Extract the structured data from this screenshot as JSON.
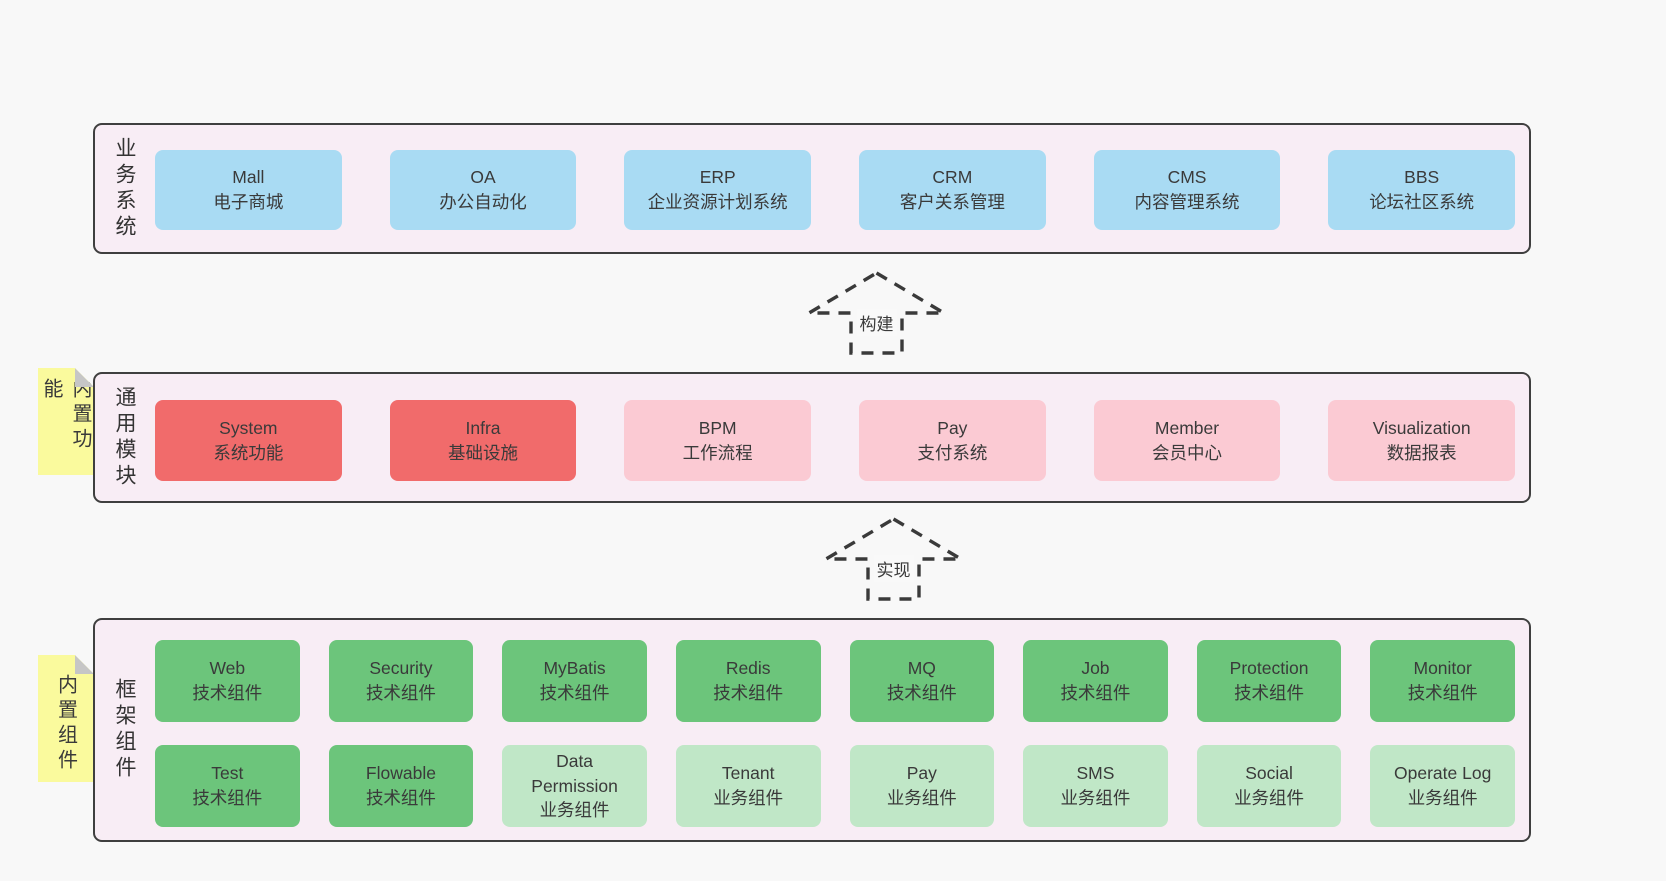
{
  "colors": {
    "page_background": "#f8f8f8",
    "layer_background": "#f8edf5",
    "layer_border": "#3f3f3f",
    "blue": "#a9dbf3",
    "red": "#f16b6b",
    "pink": "#fbcad3",
    "green": "#6cc57b",
    "green-light": "#c0e7c7",
    "note_yellow": "#fafa9d",
    "note_fold_gray": "#c6c6c6",
    "text": "#3a3a3a"
  },
  "arrows": [
    {
      "label": "构建"
    },
    {
      "label": "实现"
    }
  ],
  "layers": [
    {
      "label": "业务系统",
      "boxes": [
        {
          "title": "Mall",
          "subtitle": "电子商城",
          "variant": "blue"
        },
        {
          "title": "OA",
          "subtitle": "办公自动化",
          "variant": "blue"
        },
        {
          "title": "ERP",
          "subtitle": "企业资源计划系统",
          "variant": "blue"
        },
        {
          "title": "CRM",
          "subtitle": "客户关系管理",
          "variant": "blue"
        },
        {
          "title": "CMS",
          "subtitle": "内容管理系统",
          "variant": "blue"
        },
        {
          "title": "BBS",
          "subtitle": "论坛社区系统",
          "variant": "blue"
        }
      ]
    },
    {
      "label": "通用模块",
      "note": "内置功能",
      "boxes": [
        {
          "title": "System",
          "subtitle": "系统功能",
          "variant": "red"
        },
        {
          "title": "Infra",
          "subtitle": "基础设施",
          "variant": "red"
        },
        {
          "title": "BPM",
          "subtitle": "工作流程",
          "variant": "pink"
        },
        {
          "title": "Pay",
          "subtitle": "支付系统",
          "variant": "pink"
        },
        {
          "title": "Member",
          "subtitle": "会员中心",
          "variant": "pink"
        },
        {
          "title": "Visualization",
          "subtitle": "数据报表",
          "variant": "pink"
        }
      ]
    },
    {
      "label": "框架组件",
      "note": "内置组件",
      "rows": [
        [
          {
            "title": "Web",
            "subtitle": "技术组件",
            "variant": "green"
          },
          {
            "title": "Security",
            "subtitle": "技术组件",
            "variant": "green"
          },
          {
            "title": "MyBatis",
            "subtitle": "技术组件",
            "variant": "green"
          },
          {
            "title": "Redis",
            "subtitle": "技术组件",
            "variant": "green"
          },
          {
            "title": "MQ",
            "subtitle": "技术组件",
            "variant": "green"
          },
          {
            "title": "Job",
            "subtitle": "技术组件",
            "variant": "green"
          },
          {
            "title": "Protection",
            "subtitle": "技术组件",
            "variant": "green"
          },
          {
            "title": "Monitor",
            "subtitle": "技术组件",
            "variant": "green"
          }
        ],
        [
          {
            "title": "Test",
            "subtitle": "技术组件",
            "variant": "green"
          },
          {
            "title": "Flowable",
            "subtitle": "技术组件",
            "variant": "green"
          },
          {
            "title": "Data Permission",
            "subtitle": "业务组件",
            "variant": "green-light"
          },
          {
            "title": "Tenant",
            "subtitle": "业务组件",
            "variant": "green-light"
          },
          {
            "title": "Pay",
            "subtitle": "业务组件",
            "variant": "green-light"
          },
          {
            "title": "SMS",
            "subtitle": "业务组件",
            "variant": "green-light"
          },
          {
            "title": "Social",
            "subtitle": "业务组件",
            "variant": "green-light"
          },
          {
            "title": "Operate Log",
            "subtitle": "业务组件",
            "variant": "green-light"
          }
        ]
      ]
    }
  ]
}
